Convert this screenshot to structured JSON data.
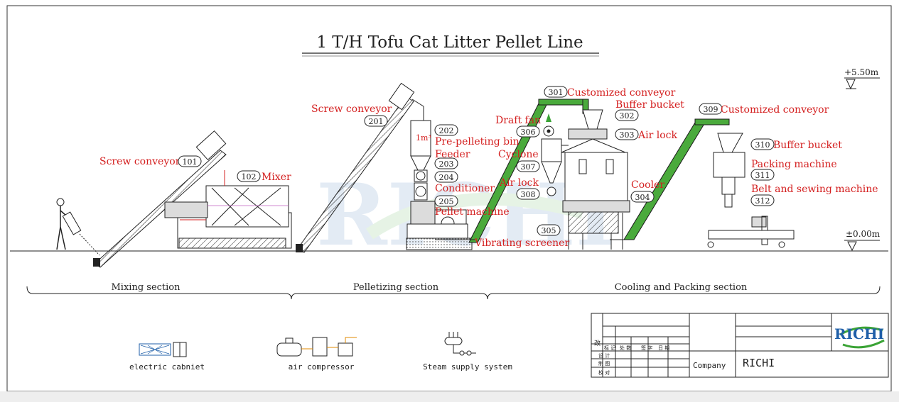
{
  "title": "1 T/H Tofu Cat Litter Pellet Line",
  "elevations": {
    "top": "+5.50m",
    "ground": "±0.00m"
  },
  "labels": [
    {
      "code": "101",
      "name": "Screw conveyor"
    },
    {
      "code": "102",
      "name": "Mixer"
    },
    {
      "code": "201",
      "name": "Screw conveyor"
    },
    {
      "code": "202",
      "name": "Pre-pelleting bin"
    },
    {
      "code": "203",
      "name": "Feeder"
    },
    {
      "code": "204",
      "name": "Conditioner"
    },
    {
      "code": "205",
      "name": "Pellet machine"
    },
    {
      "code": "301",
      "name": "Customized conveyor"
    },
    {
      "code": "302",
      "name": "Buffer bucket"
    },
    {
      "code": "303",
      "name": "Air lock"
    },
    {
      "code": "304",
      "name": "Cooler"
    },
    {
      "code": "305",
      "name": "Vibrating screener"
    },
    {
      "code": "306",
      "name": "Draft fan"
    },
    {
      "code": "307",
      "name": "Cyclone"
    },
    {
      "code": "308",
      "name": "Air lock"
    },
    {
      "code": "309",
      "name": "Customized conveyor"
    },
    {
      "code": "310",
      "name": "Buffer bucket"
    },
    {
      "code": "311",
      "name": "Packing machine"
    },
    {
      "code": "312",
      "name": "Belt and sewing machine"
    }
  ],
  "bin_volume": "1m³",
  "sections": [
    "Mixing section",
    "Pelletizing section",
    "Cooling and Packing section"
  ],
  "utilities": [
    "electric cabniet",
    "air compressor",
    "Steam supply system"
  ],
  "title_block": {
    "revision_mark": "改",
    "header_cells": [
      "标 记",
      "处 数",
      "签 字",
      "日 期"
    ],
    "row_labels": [
      "设 计",
      "制 图",
      "校 对"
    ],
    "company_label": "Company",
    "company_name": "RICHI",
    "logo_text": "RICHI"
  },
  "watermark": "RICHI",
  "colors": {
    "label": "#d42020",
    "line": "#222222",
    "green": "#4aaa3c",
    "logo_blue": "#1f5fa8",
    "logo_green": "#3aa335"
  }
}
